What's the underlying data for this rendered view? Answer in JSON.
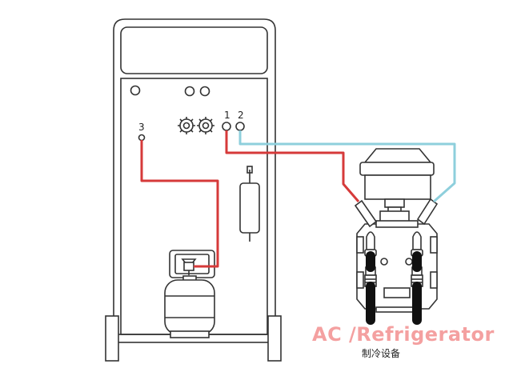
{
  "ports": {
    "port_1": "1",
    "port_2": "2",
    "port_3": "3"
  },
  "caption": {
    "title": "AC /Refrigerator",
    "subtitle": "制冷设备"
  },
  "colors": {
    "line_red": "#d63a3a",
    "line_blue": "#8ecfdc",
    "outline": "#333333",
    "black_hose": "#111111"
  }
}
